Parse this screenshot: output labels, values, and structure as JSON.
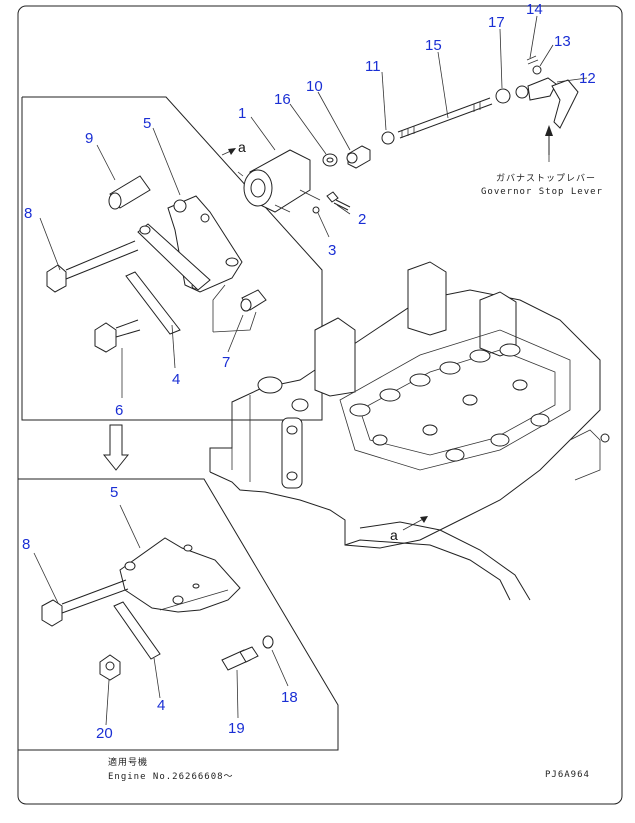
{
  "callouts": {
    "c1": "1",
    "c2": "2",
    "c3": "3",
    "c4a": "4",
    "c4b": "4",
    "c5a": "5",
    "c5b": "5",
    "c6": "6",
    "c7": "7",
    "c8a": "8",
    "c8b": "8",
    "c9": "9",
    "c10": "10",
    "c11": "11",
    "c12": "12",
    "c13": "13",
    "c14": "14",
    "c15": "15",
    "c16": "16",
    "c17": "17",
    "c18": "18",
    "c19": "19",
    "c20": "20"
  },
  "labels": {
    "governor_jp": "ガバナストップレバー",
    "governor_en": "Governor Stop Lever",
    "ref_a1": "a",
    "ref_a2": "a",
    "applicable_jp": "適用号機",
    "engine_no": "Engine No.26266608～",
    "drawing_code": "PJ6A964"
  },
  "colors": {
    "callout": "#1a2fd4",
    "line": "#222222",
    "background": "#ffffff"
  }
}
